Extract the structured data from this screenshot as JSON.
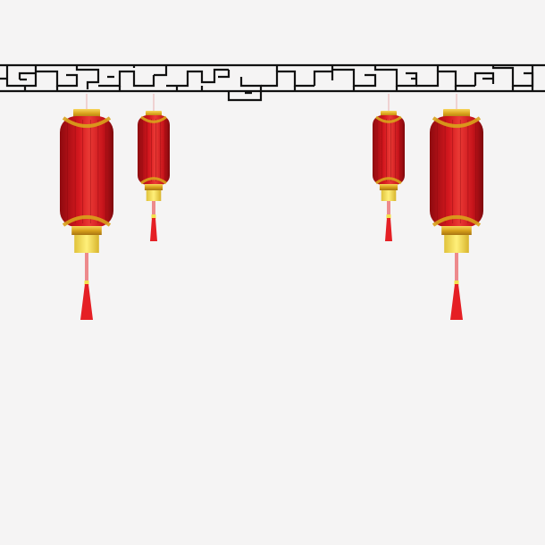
{
  "scene": {
    "background_color": "#f5f4f4",
    "lattice_color": "#111111",
    "lantern_count": 4
  },
  "colors": {
    "lantern_body": "#c8141b",
    "lantern_body_dark": "#8e0a0f",
    "lantern_highlight": "#ea3a35",
    "gold": "#d9a21b",
    "gold_light": "#f7d55a",
    "yellow_cap": "#f4e04d",
    "tassel": "#e51f24",
    "string": "#e9b0b0"
  },
  "lanterns": [
    {
      "name": "lantern-large-left",
      "size": "large"
    },
    {
      "name": "lantern-small-left",
      "size": "small"
    },
    {
      "name": "lantern-small-right",
      "size": "small"
    },
    {
      "name": "lantern-large-right",
      "size": "large"
    }
  ]
}
